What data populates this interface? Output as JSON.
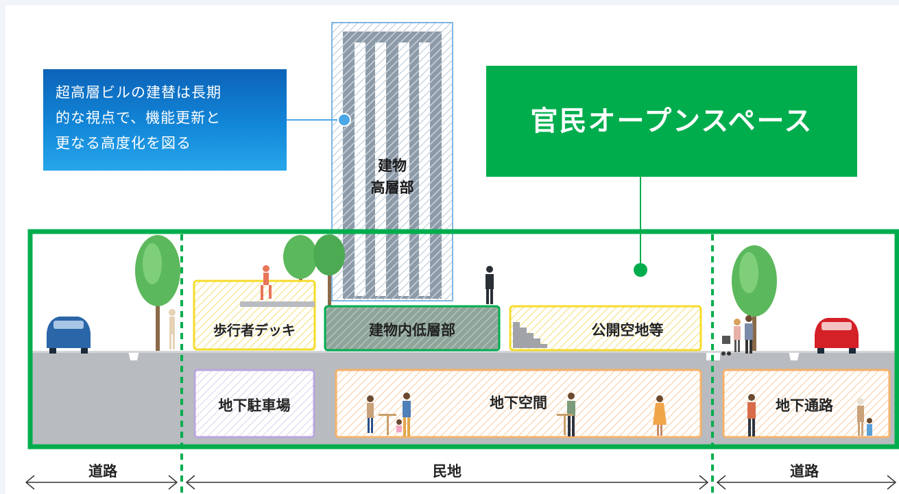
{
  "callout": {
    "line1": "超高層ビルの建替は長期",
    "line2": "的な視点で、機能更新と",
    "line3": "更なる高度化を図る"
  },
  "title": "官民オープンスペース",
  "building_label": {
    "line1": "建物",
    "line2": "高層部"
  },
  "upper_zones": {
    "deck": "歩行者デッキ",
    "lower_floors": "建物内低層部",
    "open_space": "公開空地等"
  },
  "lower_zones": {
    "parking": "地下駐車場",
    "underground_space": "地下空間",
    "passage": "地下通路"
  },
  "bottom": {
    "left_road": "道路",
    "private_land": "民地",
    "right_road": "道路"
  },
  "colors": {
    "green": "#00ad4d",
    "blue_callout": "#1286d8",
    "yellow_zone": "#f5dc2a",
    "orange_zone": "#f6b26b",
    "purple_zone": "#b9a6de",
    "building": "#8e9aa6",
    "ground": "#b8bbbf",
    "car": "#2a66a8",
    "car_red": "#d42027"
  }
}
